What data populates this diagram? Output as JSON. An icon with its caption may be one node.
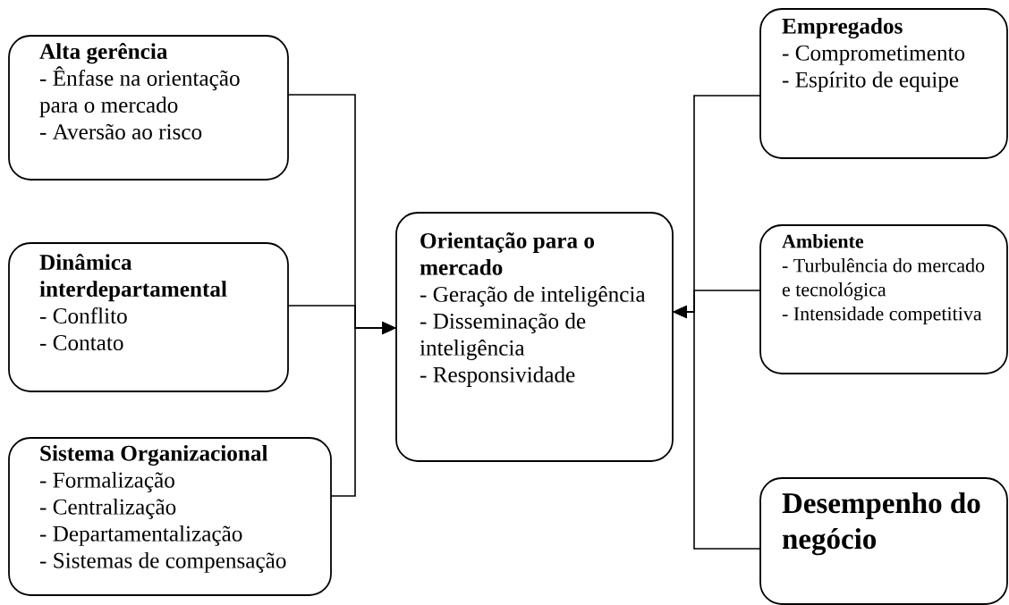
{
  "diagram": {
    "nodes": [
      {
        "text": [
          "Alta gerência",
          "- Ênfase na orientação para o mercado",
          "- Aversão ao risco"
        ]
      },
      {
        "text": [
          "Dinâmica interdepartamental",
          "- Conflito",
          "- Contato"
        ]
      },
      {
        "text": [
          "Sistema Organizacional",
          "- Formalização",
          "- Centralização",
          "- Departamentalização",
          "- Sistemas de compensação"
        ]
      },
      {
        "text": [
          "Orientação para o mercado",
          "- Geração de inteligência",
          "- Disseminação de inteligência",
          "- Responsividade"
        ]
      },
      {
        "text": [
          "Empregados",
          "- Comprometimento",
          "- Espírito de equipe"
        ]
      },
      {
        "text": [
          "Ambiente",
          "- Turbulência do mercado e tecnológica",
          "- Intensidade competitiva"
        ]
      },
      {
        "text": [
          "Desempenho do negócio"
        ]
      }
    ],
    "edges": [
      {
        "from": 0,
        "to": 3,
        "arrow": "to"
      },
      {
        "from": 1,
        "to": 3,
        "arrow": "to"
      },
      {
        "from": 2,
        "to": 3,
        "arrow": "to"
      },
      {
        "from": 4,
        "to": 3,
        "arrow": "to"
      },
      {
        "from": 5,
        "to": 3,
        "arrow": "to"
      },
      {
        "from": 6,
        "to": 3,
        "arrow": "to"
      }
    ]
  }
}
